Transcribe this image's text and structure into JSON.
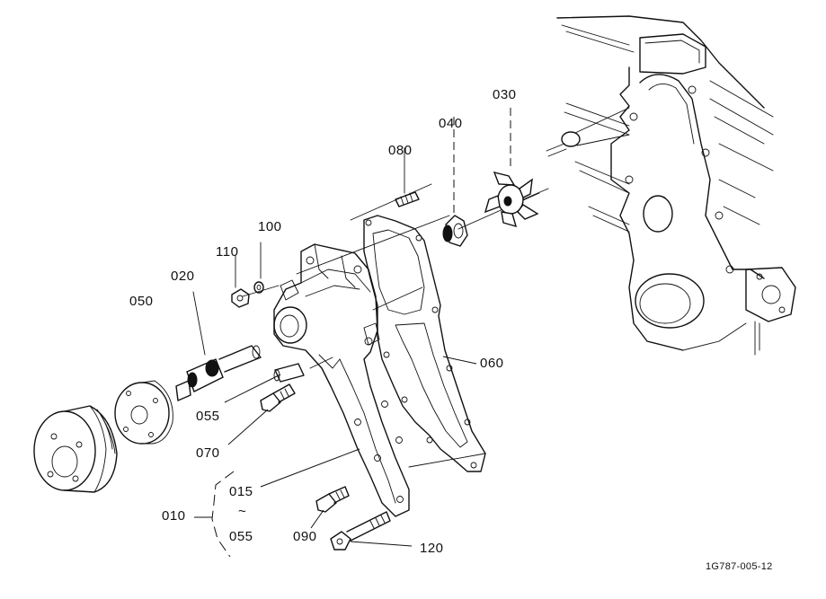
{
  "labels": {
    "p010": "010",
    "p015": "015",
    "p020": "020",
    "p030": "030",
    "p040": "040",
    "p050": "050",
    "p055a": "055",
    "p055b": "055",
    "p060": "060",
    "p070": "070",
    "p080": "080",
    "p090": "090",
    "p100": "100",
    "p110": "110",
    "p120": "120",
    "tilde": "~"
  },
  "drawing_code": "1G787-005-12"
}
